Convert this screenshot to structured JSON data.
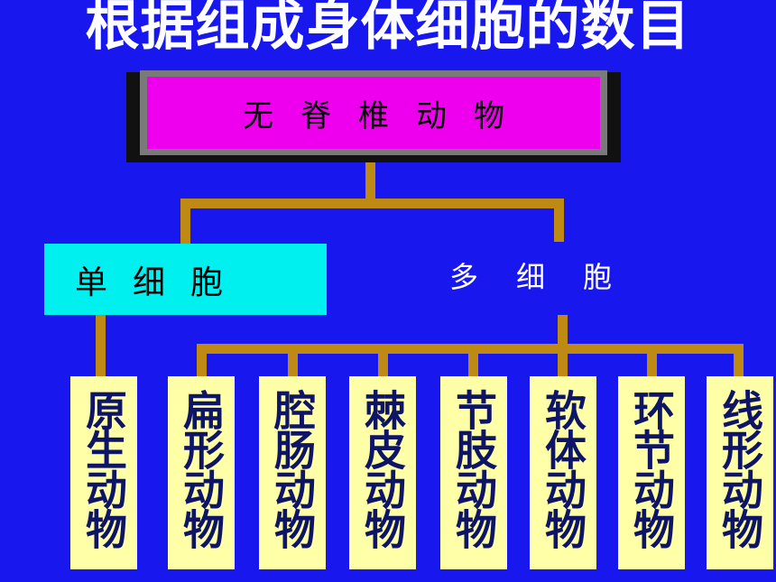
{
  "title": "根据组成身体细胞的数目",
  "root": {
    "label": "无脊椎动物"
  },
  "branches": {
    "single": {
      "label": "单细胞"
    },
    "multi": {
      "label": "多细胞"
    }
  },
  "leaves": [
    "原生动物",
    "扁形动物",
    "腔肠动物",
    "棘皮动物",
    "节肢动物",
    "软体动物",
    "环节动物",
    "线形动物"
  ],
  "colors": {
    "background": "#1717EE",
    "root_fill": "#EE00EE",
    "single_fill": "#00F0F0",
    "leaf_fill": "#FFFFA8",
    "connector": "#BE8A14",
    "leaf_text": "#0E1466"
  }
}
